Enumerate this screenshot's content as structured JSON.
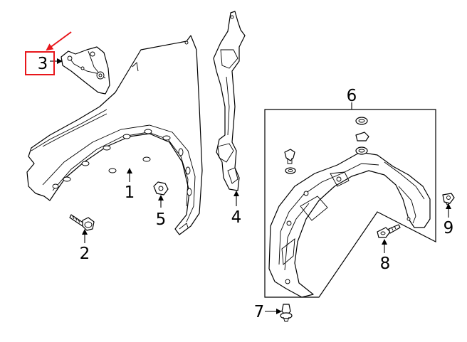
{
  "callouts": {
    "c1": "1",
    "c2": "2",
    "c3": "3",
    "c4": "4",
    "c5": "5",
    "c6": "6",
    "c7": "7",
    "c8": "8",
    "c9": "9"
  },
  "colors": {
    "highlight": "#e8161b",
    "line": "#000000",
    "background": "#ffffff"
  }
}
